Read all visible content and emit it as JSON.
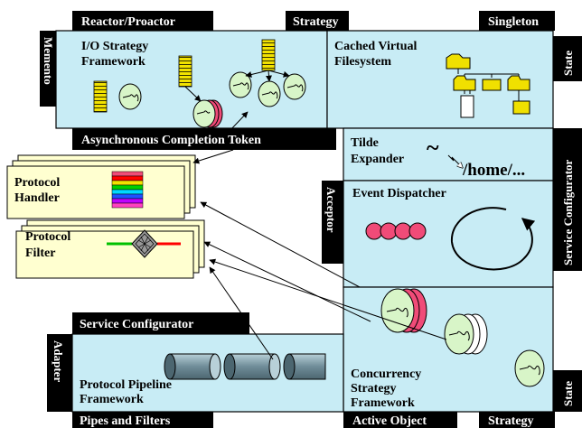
{
  "colors": {
    "panel": "#c8ecf5",
    "tag": "#000000",
    "tag_text": "#ffffff",
    "yellow": "#f2e200",
    "pink": "#f04b78",
    "green": "#d8f5c8",
    "folder": "#f0e000",
    "pipe": "#7f9ba6"
  },
  "panels": {
    "io": {
      "title_line1": "I/O Strategy",
      "title_line2": "Framework"
    },
    "fs": {
      "title_line1": "Cached Virtual",
      "title_line2": "Filesystem"
    },
    "tilde": {
      "title_line1": "Tilde",
      "title_line2": "Expander",
      "tilde_glyph": "~",
      "path_text": "/home/..."
    },
    "event": {
      "title": "Event Dispatcher"
    },
    "concurrency": {
      "title_line1": "Concurrency",
      "title_line2": "Strategy",
      "title_line3": "Framework"
    },
    "pipeline": {
      "title_line1": "Protocol Pipeline",
      "title_line2": "Framework"
    }
  },
  "protocol_handler": {
    "line1": "Protocol",
    "line2": "Handler"
  },
  "protocol_filter": {
    "line1": "Protocol",
    "line2": "Filter"
  },
  "tags": {
    "reactor_proactor": "Reactor/Proactor",
    "strategy_top": "Strategy",
    "singleton": "Singleton",
    "memento": "Memento",
    "state_top": "State",
    "act": "Asynchronous Completion Token",
    "service_configurator_right": "Service Configurator",
    "acceptor": "Acceptor",
    "service_configurator_mid": "Service Configurator",
    "adapter": "Adapter",
    "state_bottom": "State",
    "pipes_filters": "Pipes and Filters",
    "active_object": "Active Object",
    "strategy_bottom": "Strategy"
  }
}
